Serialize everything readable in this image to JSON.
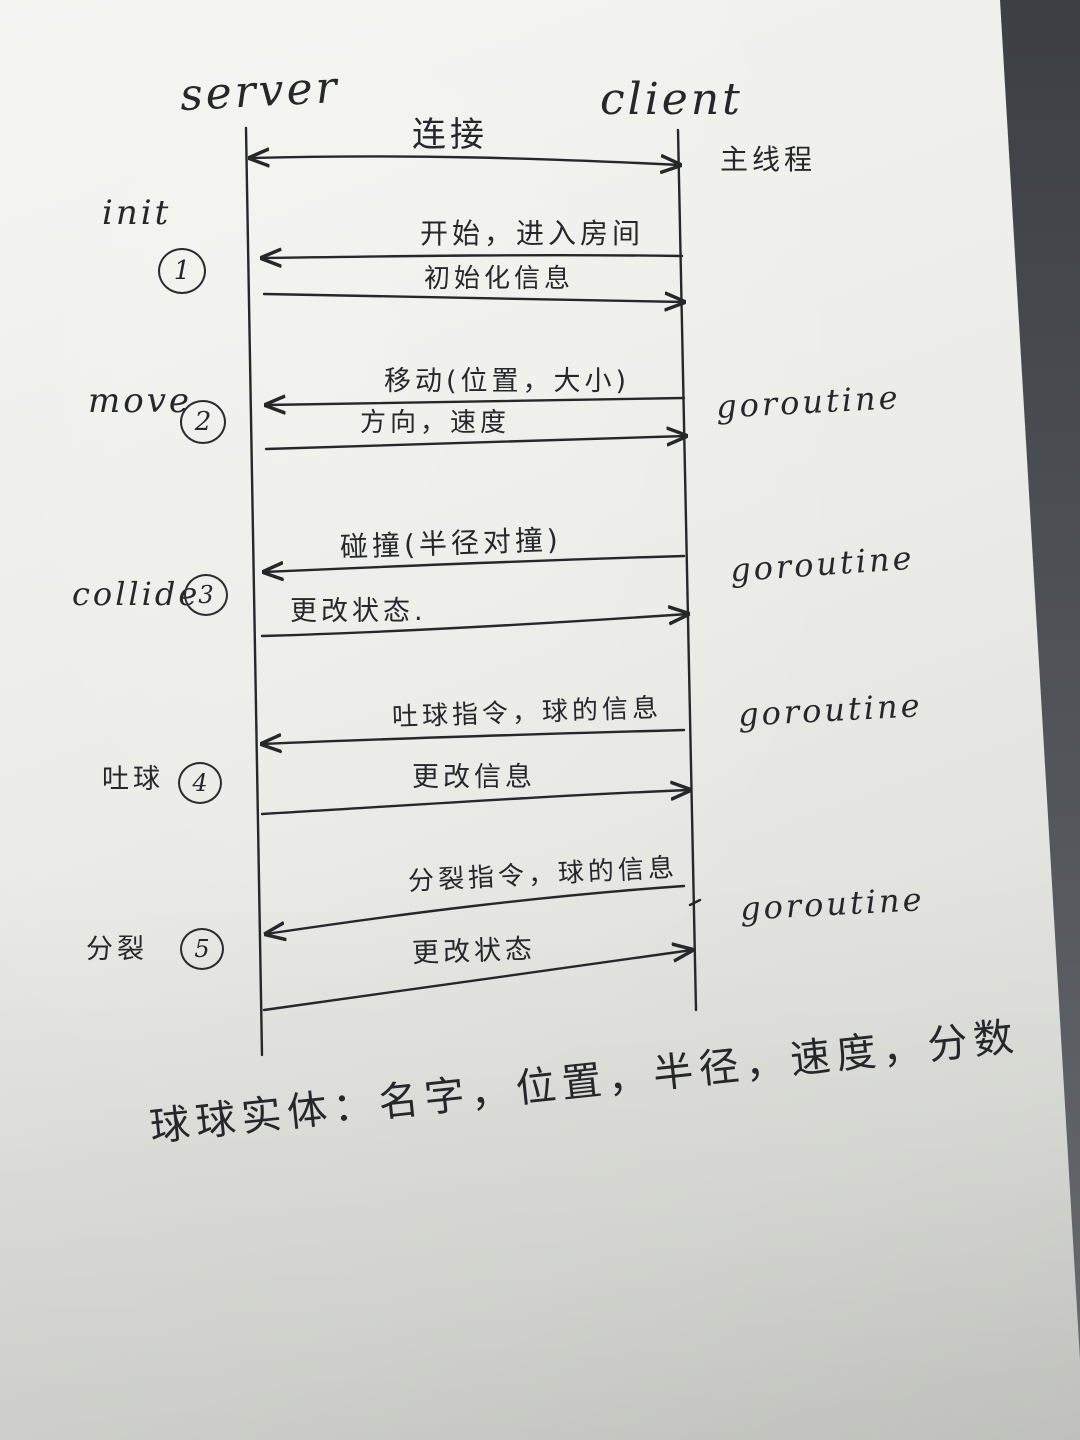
{
  "participants": {
    "server": "server",
    "client": "client"
  },
  "connect": {
    "label": "连接",
    "thread": "主线程"
  },
  "steps": [
    {
      "name": "init",
      "number": "1",
      "msg_to_server": "开始，进入房间",
      "msg_to_client": "初始化信息",
      "thread": ""
    },
    {
      "name": "move",
      "number": "2",
      "msg_to_server": "移动(位置，大小)",
      "msg_to_client": "方向，速度",
      "thread": "goroutine"
    },
    {
      "name": "collide",
      "number": "3",
      "msg_to_server": "碰撞(半径对撞)",
      "msg_to_client": "更改状态.",
      "thread": "goroutine"
    },
    {
      "name": "吐球",
      "number": "4",
      "msg_to_server": "吐球指令，球的信息",
      "msg_to_client": "更改信息",
      "thread": "goroutine"
    },
    {
      "name": "分裂",
      "number": "5",
      "msg_to_server": "分裂指令，球的信息",
      "msg_to_client": "更改状态",
      "thread": "goroutine"
    }
  ],
  "footer": "球球实体：名字，位置，半径，速度，分数",
  "ink_color": "#26272b"
}
